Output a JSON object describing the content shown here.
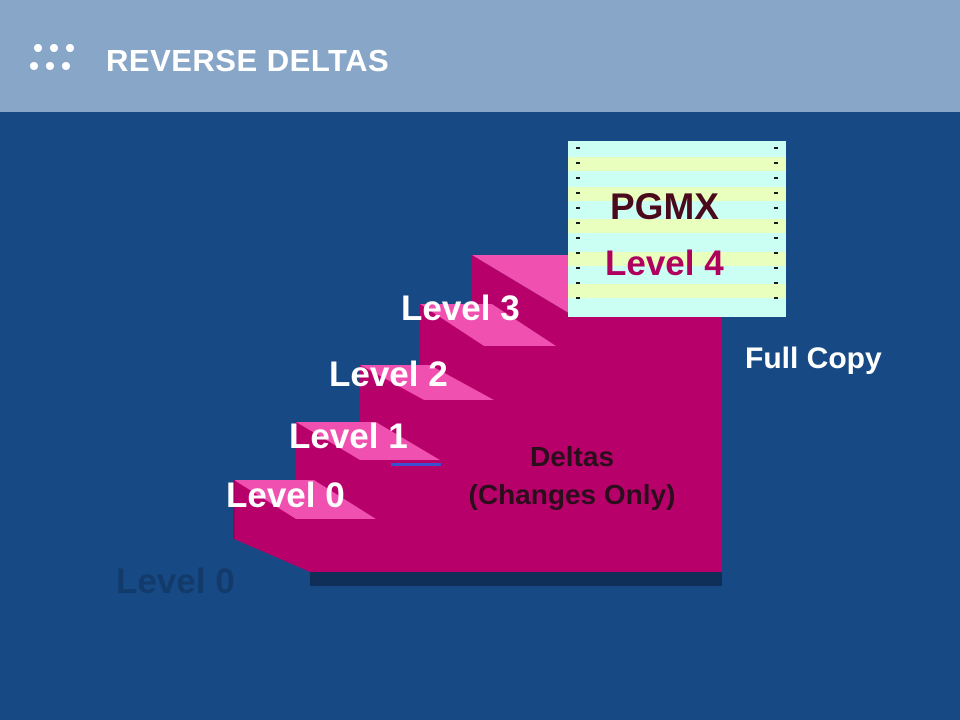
{
  "header": {
    "title": "REVERSE DELTAS",
    "icon": "bullet-dots-icon"
  },
  "diagram": {
    "levels": [
      {
        "label": "Level 0"
      },
      {
        "label": "Level 1"
      },
      {
        "label": "Level 2"
      },
      {
        "label": "Level 3"
      }
    ],
    "ghost_label": "Level  0",
    "deltas_label_line1": "Deltas",
    "deltas_label_line2": "(Changes Only)",
    "full_copy_label": "Full  Copy",
    "printout": {
      "title": "PGMX",
      "level": "Level  4"
    }
  },
  "colors": {
    "background": "#174a85",
    "header": "#88a6c8",
    "step_front": "#b8006a",
    "step_tread": "#f051b0",
    "printout_paper": "#ccfff4",
    "printout_band": "#e9ffbe"
  }
}
